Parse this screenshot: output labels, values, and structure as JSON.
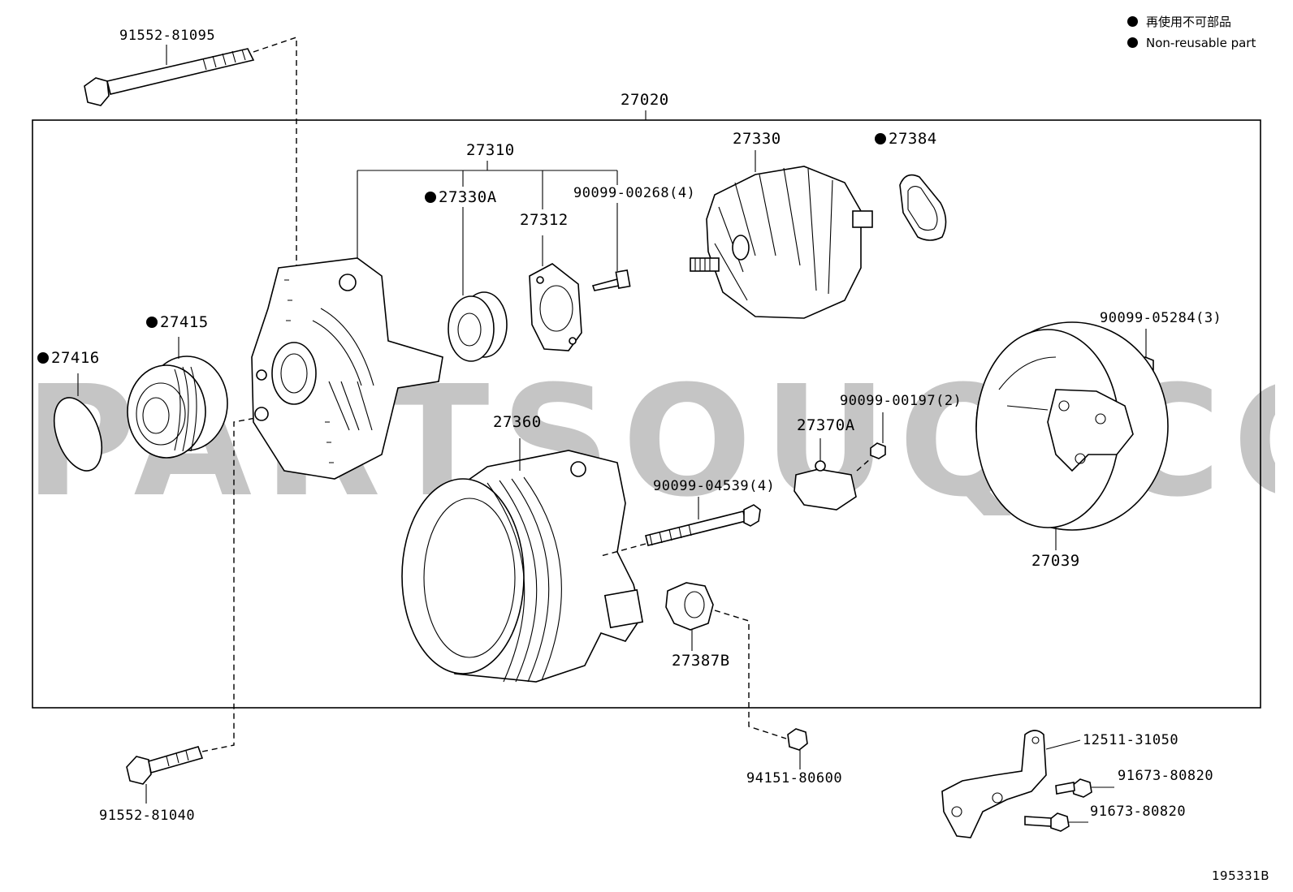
{
  "legend": {
    "marker_color": "#000000",
    "jp": "再使用不可部品",
    "en": "Non-reusable part"
  },
  "watermark": "partsouq.com",
  "diagram_id": "195331B",
  "assembly_label": "27020",
  "parts": {
    "p91552_81095": "91552-81095",
    "p27310": "27310",
    "p27330A": "27330A",
    "p27312": "27312",
    "p90099_00268": "90099-00268(4)",
    "p27330": "27330",
    "p27384": "27384",
    "p27415": "27415",
    "p27416": "27416",
    "p90099_05284": "90099-05284(3)",
    "p90099_00197": "90099-00197(2)",
    "p27360": "27360",
    "p27370A": "27370A",
    "p90099_04539": "90099-04539(4)",
    "p27039": "27039",
    "p27387B": "27387B",
    "p91552_81040": "91552-81040",
    "p94151_80600": "94151-80600",
    "p12511_31050": "12511-31050",
    "p91673_80820_a": "91673-80820",
    "p91673_80820_b": "91673-80820"
  }
}
